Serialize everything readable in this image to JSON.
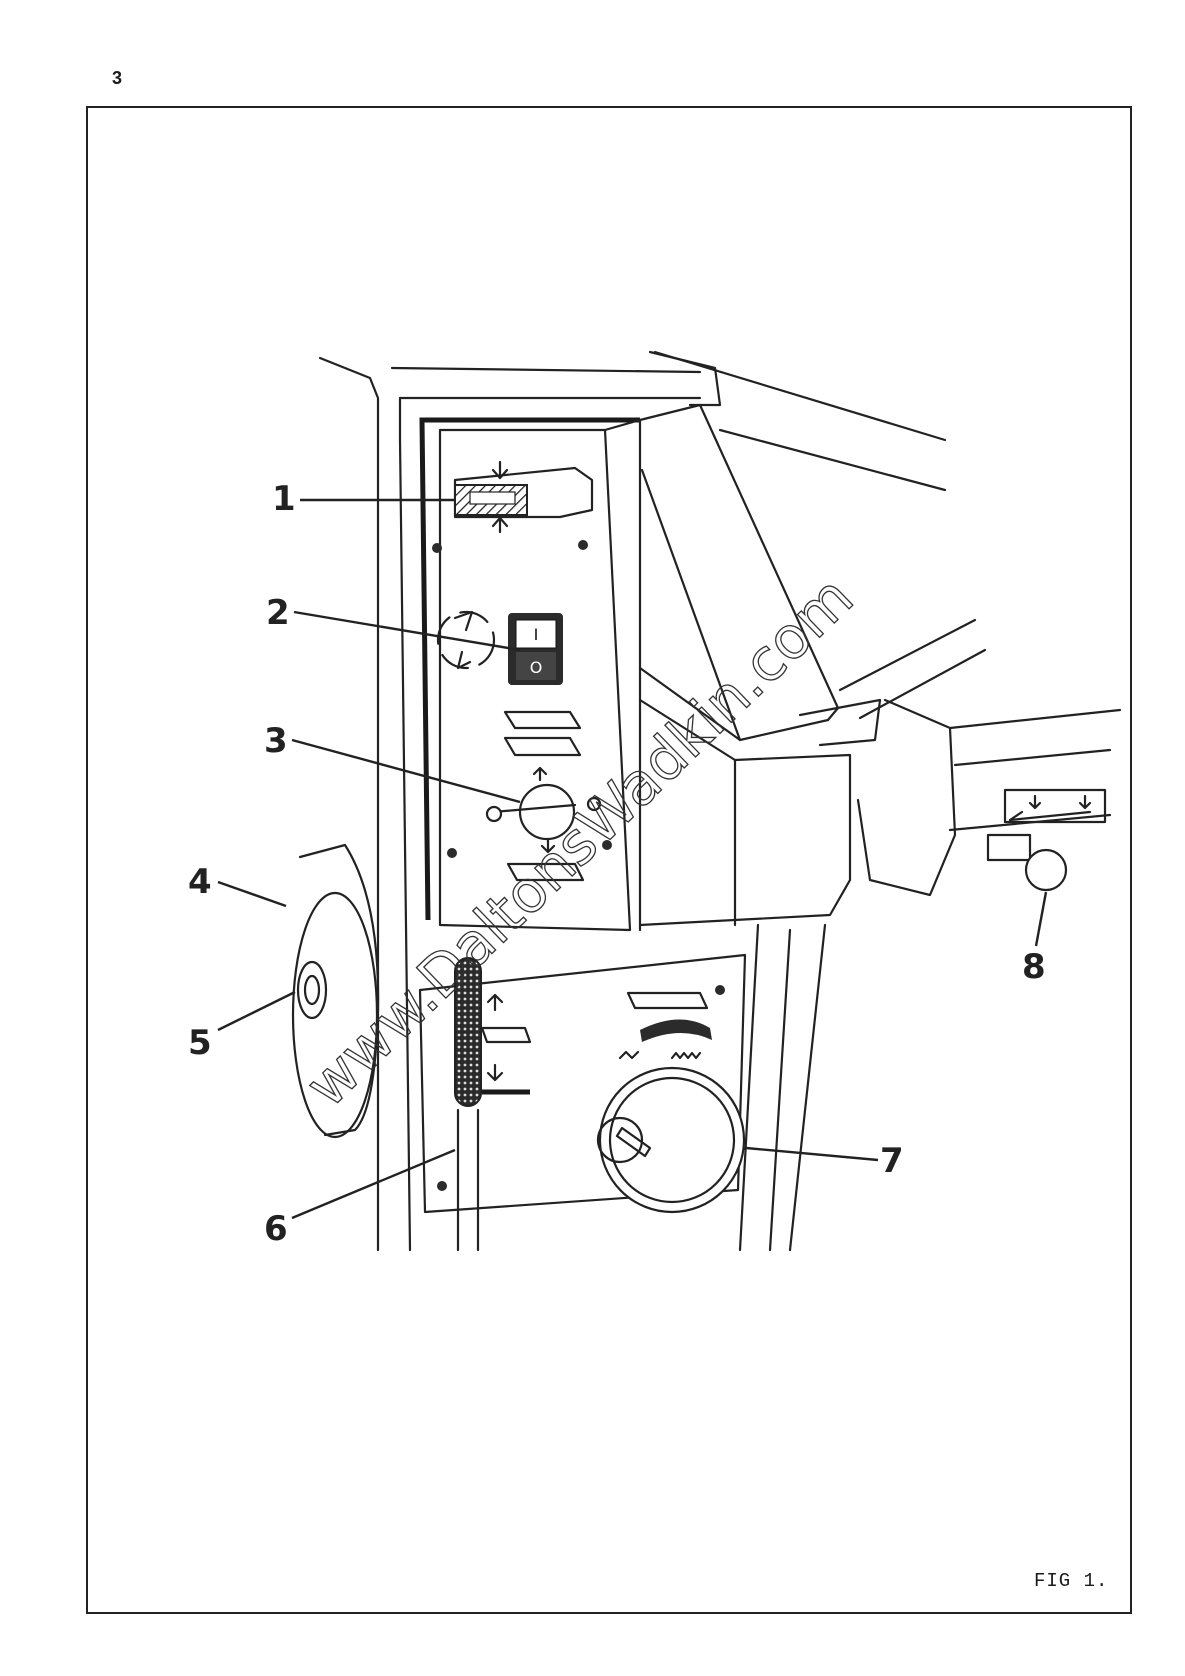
{
  "page": {
    "number": "3",
    "figure_caption": "FIG 1.",
    "watermark": "www.DaltonsWadkin.com"
  },
  "callouts": [
    "1",
    "2",
    "3",
    "4",
    "5",
    "6",
    "7",
    "8"
  ],
  "switch": {
    "on_mark": "I",
    "off_mark": "O"
  }
}
